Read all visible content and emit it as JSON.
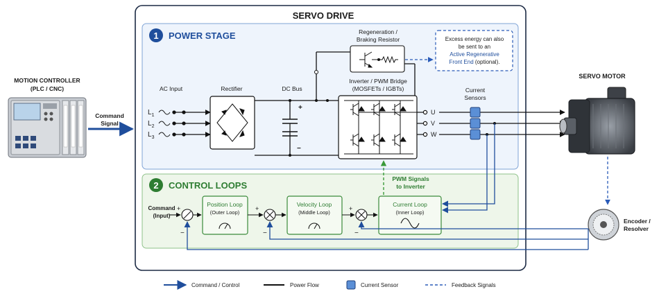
{
  "title": "SERVO DRIVE",
  "motion_controller": {
    "line1": "MOTION CONTROLLER",
    "line2": "(PLC / CNC)"
  },
  "command_signal": {
    "line1": "Command",
    "line2": "Signal"
  },
  "power_stage": {
    "number": "1",
    "title": "POWER STAGE",
    "ac_input": "AC Input",
    "phases": [
      "L",
      "L",
      "L"
    ],
    "phase_subs": [
      "1",
      "2",
      "3"
    ],
    "rectifier": "Rectifier",
    "dc_bus": "DC Bus",
    "regen_line1": "Regeneration /",
    "regen_line2": "Braking Resistor",
    "inverter_line1": "Inverter / PWM Bridge",
    "inverter_line2": "(MOSFETs / IGBTs)",
    "current_sensors_line1": "Current",
    "current_sensors_line2": "Sensors",
    "outputs": [
      "U",
      "V",
      "W"
    ],
    "plus": "+",
    "minus": "−",
    "note_line1": "Excess energy can also",
    "note_line2": "be sent to an",
    "note_line3": "Active Regenerative",
    "note_line4_link": "Front End",
    "note_line4_rest": " (optional)."
  },
  "control_loops": {
    "number": "2",
    "title": "CONTROL LOOPS",
    "command_line1": "Command",
    "command_line2": "(Input)",
    "pwm_line1": "PWM Signals",
    "pwm_line2": "to Inverter",
    "position_loop": {
      "title": "Position Loop",
      "sub": "(Outer Loop)"
    },
    "velocity_loop": {
      "title": "Velocity Loop",
      "sub": "(Middle Loop)"
    },
    "current_loop": {
      "title": "Current Loop",
      "sub": "(Inner Loop)"
    },
    "plus": "+",
    "minus": "−"
  },
  "servo_motor": "SERVO MOTOR",
  "encoder": {
    "line1": "Encoder /",
    "line2": "Resolver"
  },
  "legend": {
    "command_control": "Command / Control",
    "power_flow": "Power Flow",
    "current_sensor": "Current Sensor",
    "feedback_signals": "Feedback Signals"
  },
  "colors": {
    "command": "#1f4e9c",
    "power": "#111111",
    "feedback": "#2a5bb8",
    "power_stage_bg": "#eef4fc",
    "control_loops_bg": "#eef6ea",
    "control_title": "#2e7d32",
    "power_title": "#1f4e9c",
    "sensor": "#5b8fd6",
    "pwm": "#3a9a3a"
  }
}
